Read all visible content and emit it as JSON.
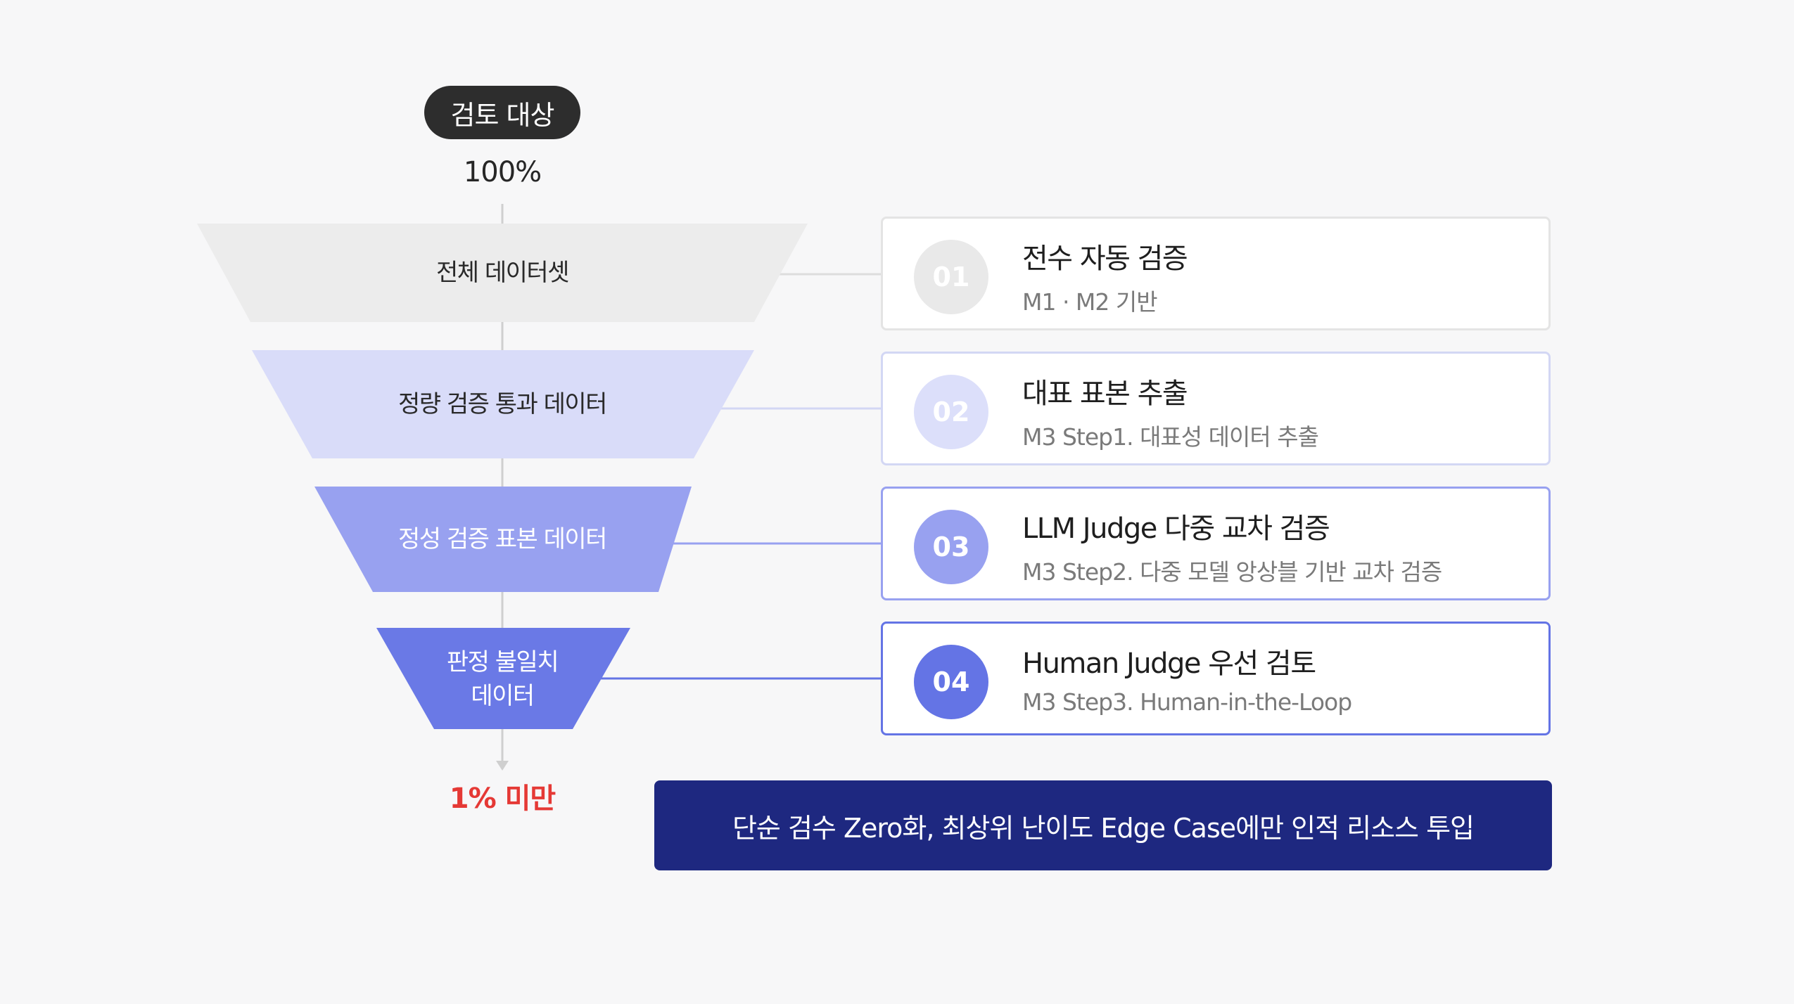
{
  "header": {
    "badge": "검토 대상",
    "top_percent": "100%",
    "bottom_percent": "1% 미만"
  },
  "funnel": [
    {
      "label": "전체 데이터셋",
      "fill": "#ececec",
      "text_color": "#2a2a2a"
    },
    {
      "label": "정량 검증 통과 데이터",
      "fill": "#d9dcf9",
      "text_color": "#2a2a2a"
    },
    {
      "label": "정성 검증 표본 데이터",
      "fill": "#98a1f0",
      "text_color": "#ffffff"
    },
    {
      "label_line1": "판정 불일치",
      "label_line2": "데이터",
      "fill": "#6a79e6",
      "text_color": "#ffffff"
    }
  ],
  "steps": [
    {
      "number": "01",
      "title": "전수 자동 검증",
      "subtitle": "M1 · M2 기반",
      "circle_color": "#e9e9e9",
      "number_color": "#ffffff",
      "border_color": "#e4e4e4",
      "line_color": "#dddddd"
    },
    {
      "number": "02",
      "title": "대표 표본 추출",
      "subtitle": "M3 Step1. 대표성 데이터 추출",
      "circle_color": "#dcdffa",
      "number_color": "#ffffff",
      "border_color": "#d3d7f4",
      "line_color": "#d3d7f4"
    },
    {
      "number": "03",
      "title": "LLM Judge 다중 교차 검증",
      "subtitle": "M3 Step2. 다중 모델 앙상블 기반 교차 검증",
      "circle_color": "#98a1f0",
      "number_color": "#ffffff",
      "border_color": "#98a1f0",
      "line_color": "#98a1f0"
    },
    {
      "number": "04",
      "title": "Human Judge 우선 검토",
      "subtitle": "M3 Step3. Human-in-the-Loop",
      "circle_color": "#6474e5",
      "number_color": "#ffffff",
      "border_color": "#6474e5",
      "line_color": "#6474e5"
    }
  ],
  "footer": {
    "text": "단순 검수 Zero화, 최상위 난이도 Edge Case에만 인적 리소스 투입"
  }
}
